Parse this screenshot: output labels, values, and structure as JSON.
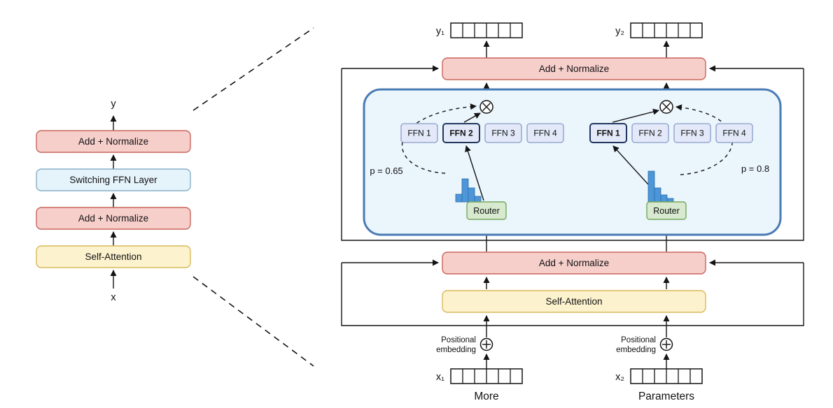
{
  "colors": {
    "add_normalize_fill": "#F6CFCB",
    "add_normalize_border": "#C9655C",
    "self_attention_fill": "#FDF2CE",
    "self_attention_border": "#D8B959",
    "switching_layer_fill": "#E5F3FB",
    "switching_layer_border": "#88AFC8",
    "switch_panel_fill": "#EAF5FC",
    "switch_panel_border": "#4A7BB5",
    "ffn_fill": "#E3E9F8",
    "ffn_border": "#8A9CC9",
    "ffn_selected_border": "#23365F",
    "router_fill": "#D7E9CE",
    "router_border": "#76A85C",
    "histogram_bar": "#4D96D9"
  },
  "left_stack": {
    "output_label": "y",
    "layers": [
      {
        "label": "Add + Normalize"
      },
      {
        "label": "Switching FFN Layer"
      },
      {
        "label": "Add + Normalize"
      },
      {
        "label": "Self-Attention"
      }
    ],
    "input_label": "x"
  },
  "right_detail": {
    "outputs": [
      {
        "label": "y₁"
      },
      {
        "label": "y₂"
      }
    ],
    "add_normalize_top": "Add + Normalize",
    "switch_layer": {
      "experts_left": [
        "FFN 1",
        "FFN 2",
        "FFN 3",
        "FFN 4"
      ],
      "experts_right": [
        "FFN 1",
        "FFN 2",
        "FFN 3",
        "FFN 4"
      ],
      "selected_expert_left": "FFN 2",
      "selected_expert_right": "FFN 1",
      "p_left": "p = 0.65",
      "p_right": "p = 0.8",
      "router_left": "Router",
      "router_right": "Router",
      "histogram_left": [
        0.3,
        1,
        0.6,
        0.25
      ],
      "histogram_right": [
        1,
        0.45,
        0.22,
        0.12
      ]
    },
    "add_normalize_bottom": "Add + Normalize",
    "self_attention": "Self-Attention",
    "positional_embedding": {
      "line1": "Positional",
      "line2": "embedding"
    },
    "inputs": [
      {
        "label": "x₁",
        "caption": "More"
      },
      {
        "label": "x₂",
        "caption": "Parameters"
      }
    ]
  }
}
